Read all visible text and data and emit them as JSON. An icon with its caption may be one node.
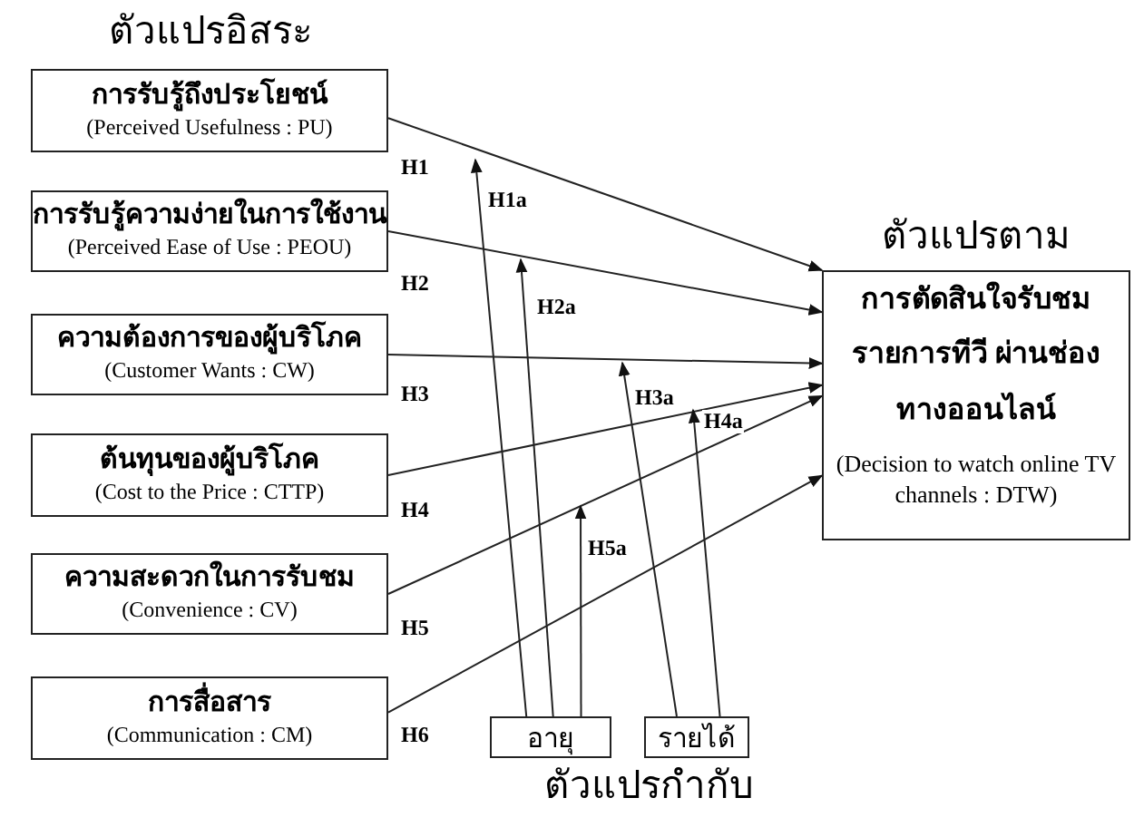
{
  "diagram": {
    "nodes": [
      {
        "text": [
          "การรับรู้ถึงประโยชน์",
          "(Perceived Usefulness : PU)"
        ]
      },
      {
        "text": [
          "การรับรู้ความง่ายในการใช้งาน",
          "(Perceived Ease of Use : PEOU)"
        ]
      },
      {
        "text": [
          "ความต้องการของผู้บริโภค",
          "(Customer Wants : CW)"
        ]
      },
      {
        "text": [
          "ต้นทุนของผู้บริโภค",
          "(Cost to the Price : CTTP)"
        ]
      },
      {
        "text": [
          "ความสะดวกในการรับชม",
          "(Convenience : CV)"
        ]
      },
      {
        "text": [
          "การสื่อสาร",
          "(Communication : CM)"
        ]
      },
      {
        "text": [
          "ตัวแปรตาม",
          "การตัดสินใจรับชมรายการทีวี ผ่านช่องทางออนไลน์",
          "(Decision to watch online TV channels : DTW)"
        ]
      },
      {
        "text": [
          "อายุ"
        ]
      },
      {
        "text": [
          "รายได้"
        ]
      }
    ],
    "edges": [
      {
        "from": 0,
        "to": 6,
        "arrow": "to",
        "label": "H1"
      },
      {
        "from": 1,
        "to": 6,
        "arrow": "to",
        "label": "H2"
      },
      {
        "from": 2,
        "to": 6,
        "arrow": "to",
        "label": "H3"
      },
      {
        "from": 3,
        "to": 6,
        "arrow": "to",
        "label": "H4"
      },
      {
        "from": 4,
        "to": 6,
        "arrow": "to",
        "label": "H5"
      },
      {
        "from": 5,
        "to": 6,
        "arrow": "to",
        "label": "H6"
      },
      {
        "from": 7,
        "to": null,
        "arrow": "to",
        "label": "H1a"
      },
      {
        "from": 7,
        "to": null,
        "arrow": "to",
        "label": "H2a"
      },
      {
        "from": 8,
        "to": null,
        "arrow": "to",
        "label": "H3a"
      },
      {
        "from": 8,
        "to": null,
        "arrow": "to",
        "label": "H4a"
      },
      {
        "from": 7,
        "to": null,
        "arrow": "to",
        "label": "H5a"
      }
    ],
    "labels": [
      "ตัวแปรอิสระ",
      "ตัวแปรกำกับ"
    ]
  }
}
